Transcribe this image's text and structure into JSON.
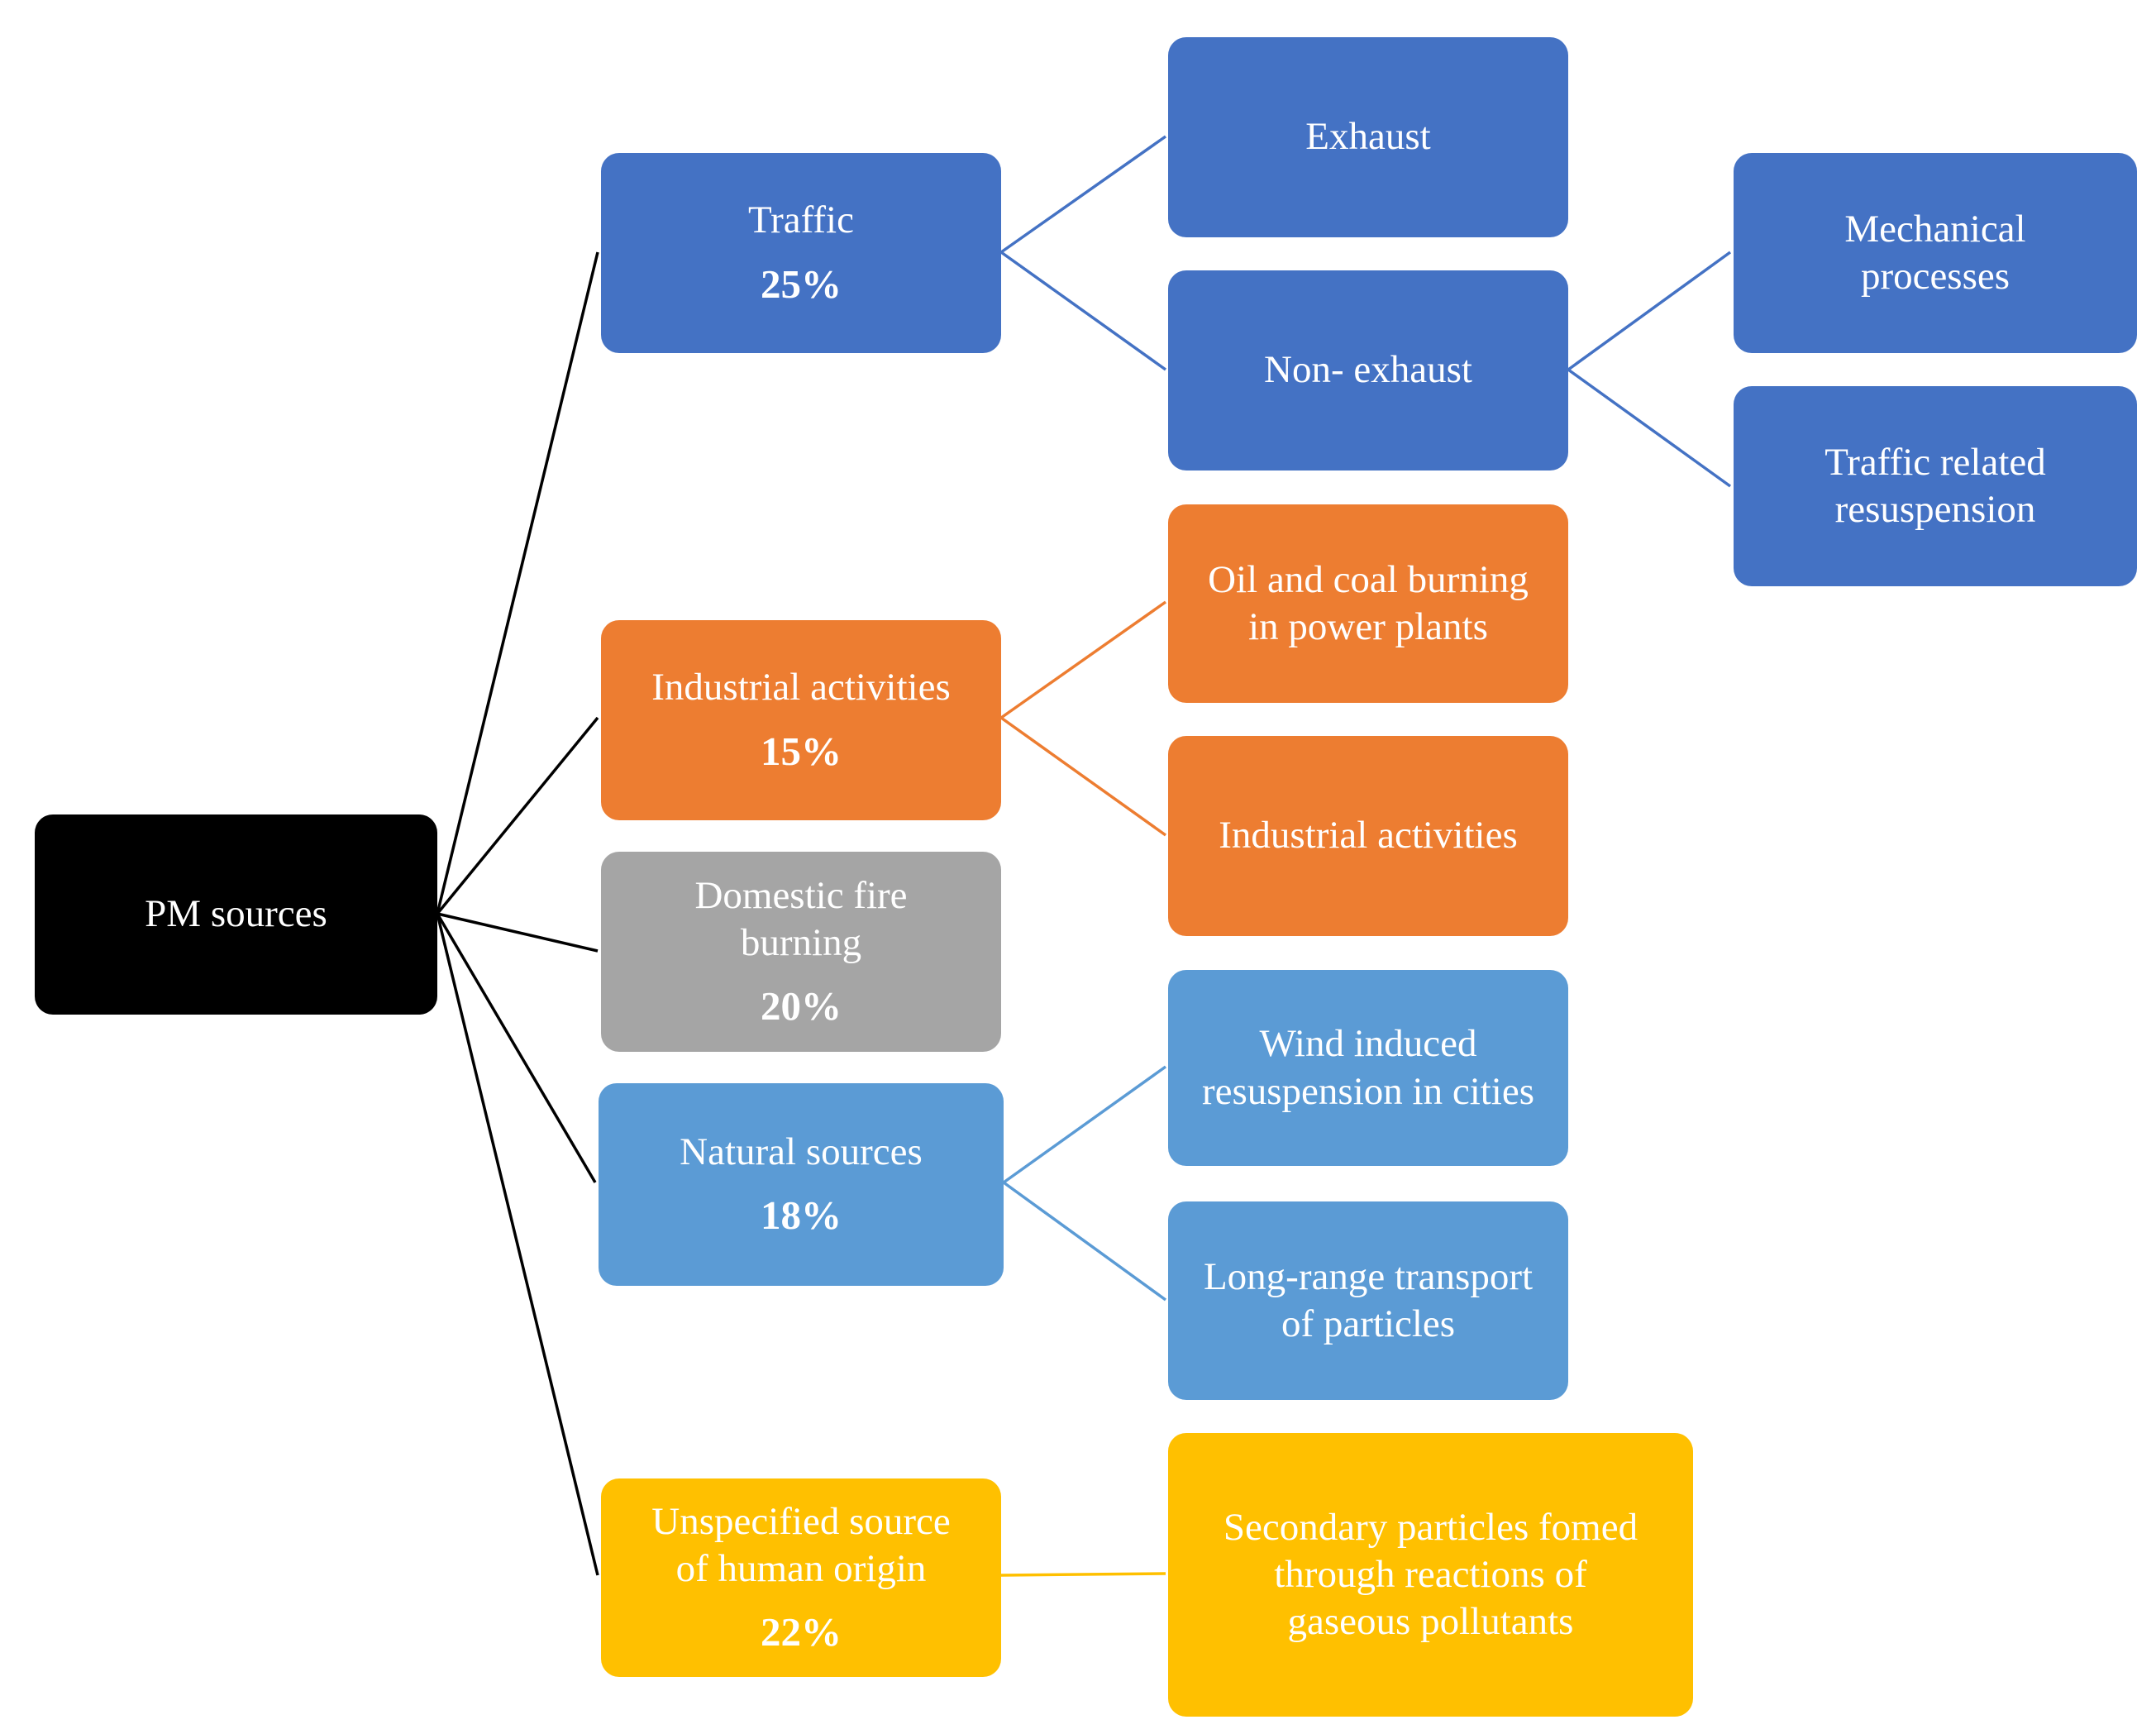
{
  "colors": {
    "root": "#000000",
    "traffic": "#4472c4",
    "industrial": "#ed7d31",
    "domestic": "#a5a5a5",
    "natural": "#5b9bd5",
    "unspecified": "#ffc000",
    "root_connector": "#000000"
  },
  "root": {
    "label": "PM sources"
  },
  "categories": [
    {
      "id": "traffic",
      "lines": [
        "Traffic"
      ],
      "percent": "25%"
    },
    {
      "id": "industrial",
      "lines": [
        "Industrial  activities"
      ],
      "percent": "15%"
    },
    {
      "id": "domestic",
      "lines": [
        "Domestic  fire",
        "burning"
      ],
      "percent": "20%"
    },
    {
      "id": "natural",
      "lines": [
        "Natural  sources"
      ],
      "percent": "18%"
    },
    {
      "id": "unspecified",
      "lines": [
        "Unspecified  source",
        "of human  origin"
      ],
      "percent": "22%"
    }
  ],
  "subsources": {
    "exhaust": {
      "lines": [
        "Exhaust"
      ]
    },
    "nonexhaust": {
      "lines": [
        "Non- exhaust"
      ]
    },
    "oilcoal": {
      "lines": [
        "Oil  and  coal  burning",
        "in  power  plants"
      ]
    },
    "industrial2": {
      "lines": [
        "Industrial  activities"
      ]
    },
    "wind": {
      "lines": [
        "Wind  induced",
        "resuspension  in  cities"
      ]
    },
    "longrange": {
      "lines": [
        "Long-range  transport",
        "of particles"
      ]
    },
    "secondary": {
      "lines": [
        "Secondary  particles  fomed",
        "through  reactions  of",
        "gaseous  pollutants"
      ]
    },
    "mechanical": {
      "lines": [
        "Mechanical",
        "processes"
      ]
    },
    "trafficresusp": {
      "lines": [
        "Traffic  related",
        "resuspension"
      ]
    }
  }
}
